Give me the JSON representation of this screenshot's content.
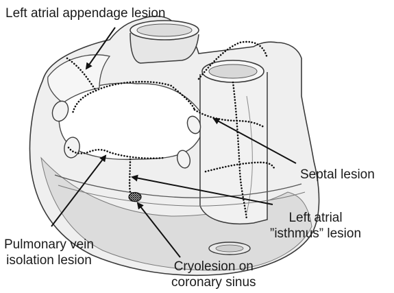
{
  "labels": {
    "left_atrial_appendage": "Left atrial appendage lesion",
    "septal": "Septal lesion",
    "left_atrial_isthmus_line1": "Left atrial",
    "left_atrial_isthmus_line2": "”isthmus” lesion",
    "pulmonary_vein_line1": "Pulmonary vein",
    "pulmonary_vein_line2": "isolation lesion",
    "cryolesion_line1": "Cryolesion on",
    "cryolesion_line2": "coronary sinus"
  },
  "colors": {
    "outline": "#3a3a3a",
    "shade": "#d9d9d9",
    "light_shade": "#ececec",
    "lesion_dots": "#111111",
    "arrow": "#111111"
  }
}
